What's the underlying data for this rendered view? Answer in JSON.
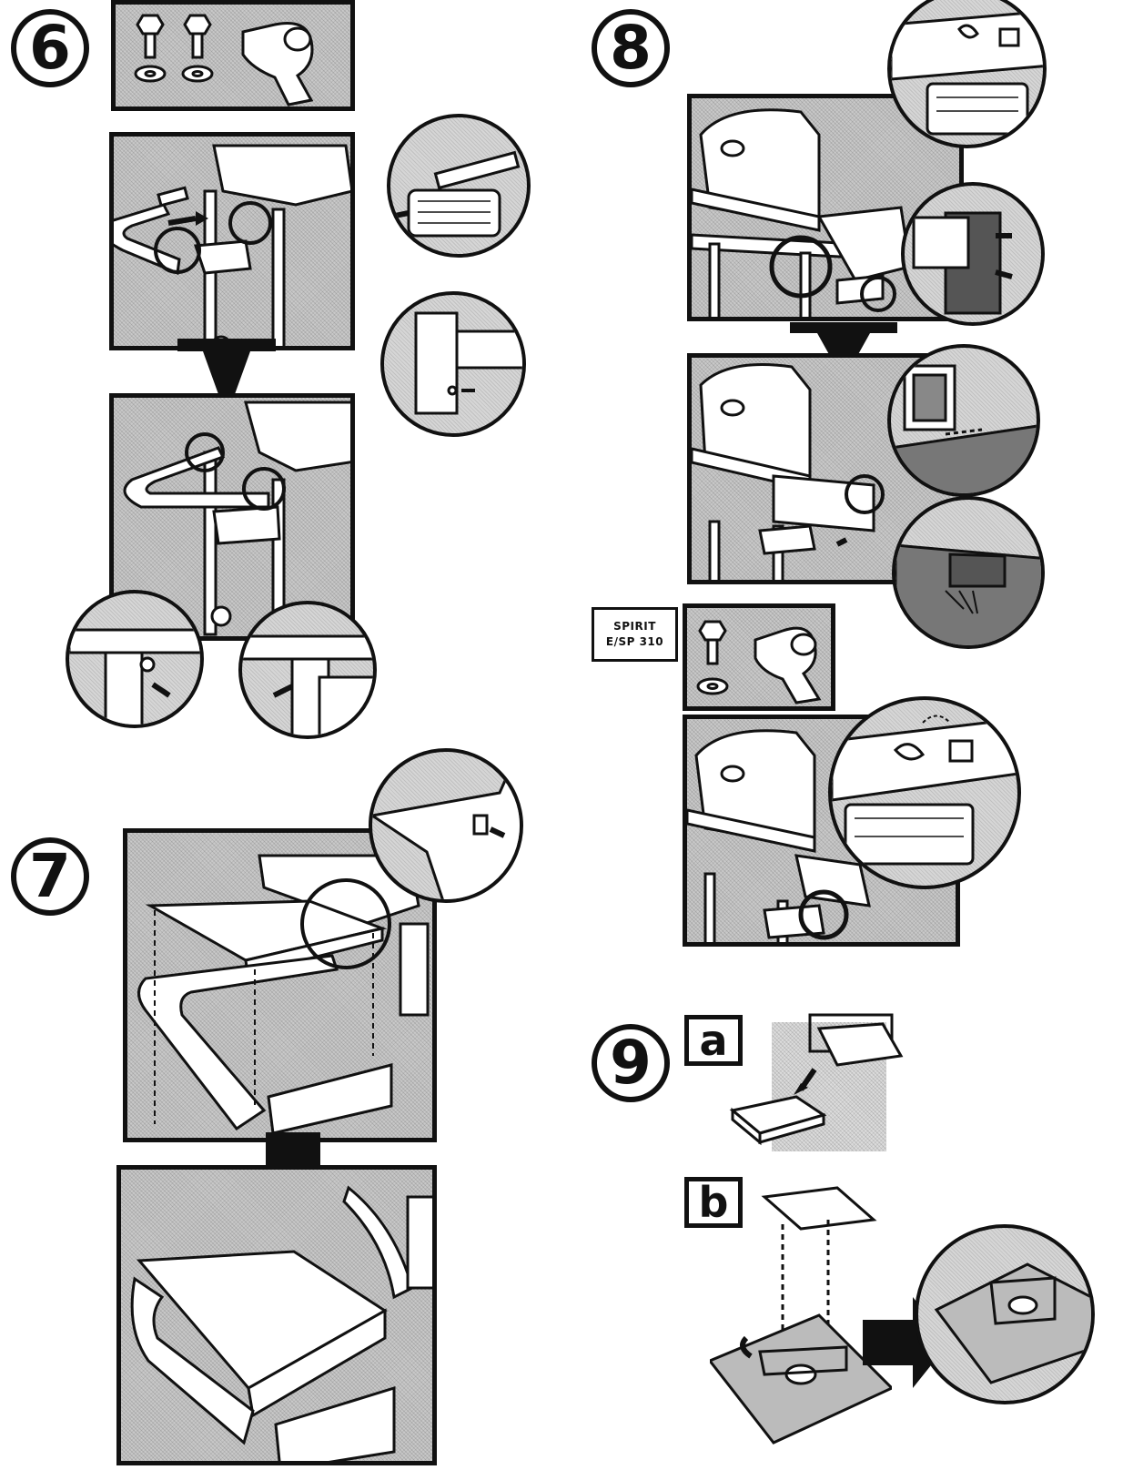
{
  "steps": {
    "six": "6",
    "seven": "7",
    "eight": "8",
    "nine": "9"
  },
  "substeps": {
    "a": "a",
    "b": "b"
  },
  "model_label": {
    "line1": "SPIRIT",
    "line2": "E/SP 310"
  },
  "icons": {
    "bolt": "bolt-icon",
    "washer": "washer-icon",
    "bracket": "bracket-icon",
    "down_arrow": "down-arrow-icon",
    "right_arrow": "right-arrow-icon"
  }
}
